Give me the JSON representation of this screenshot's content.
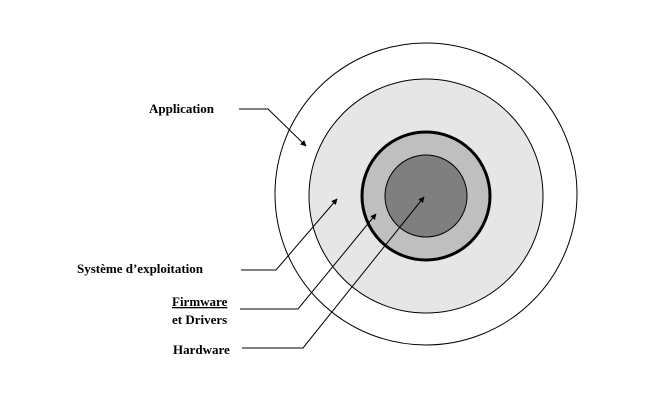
{
  "layers": [
    {
      "id": "application",
      "label": "Application",
      "fill": "#ffffff"
    },
    {
      "id": "os",
      "label": "Système d’exploitation",
      "fill": "#e6e6e6"
    },
    {
      "id": "firmware",
      "label_line1": "Firmware",
      "label_line2": "et Drivers",
      "fill": "#bfbfbf"
    },
    {
      "id": "hardware",
      "label": "Hardware",
      "fill": "#7f7f7f"
    }
  ],
  "colors": {
    "stroke": "#000000",
    "spellcheck_underline": "#d02020"
  }
}
